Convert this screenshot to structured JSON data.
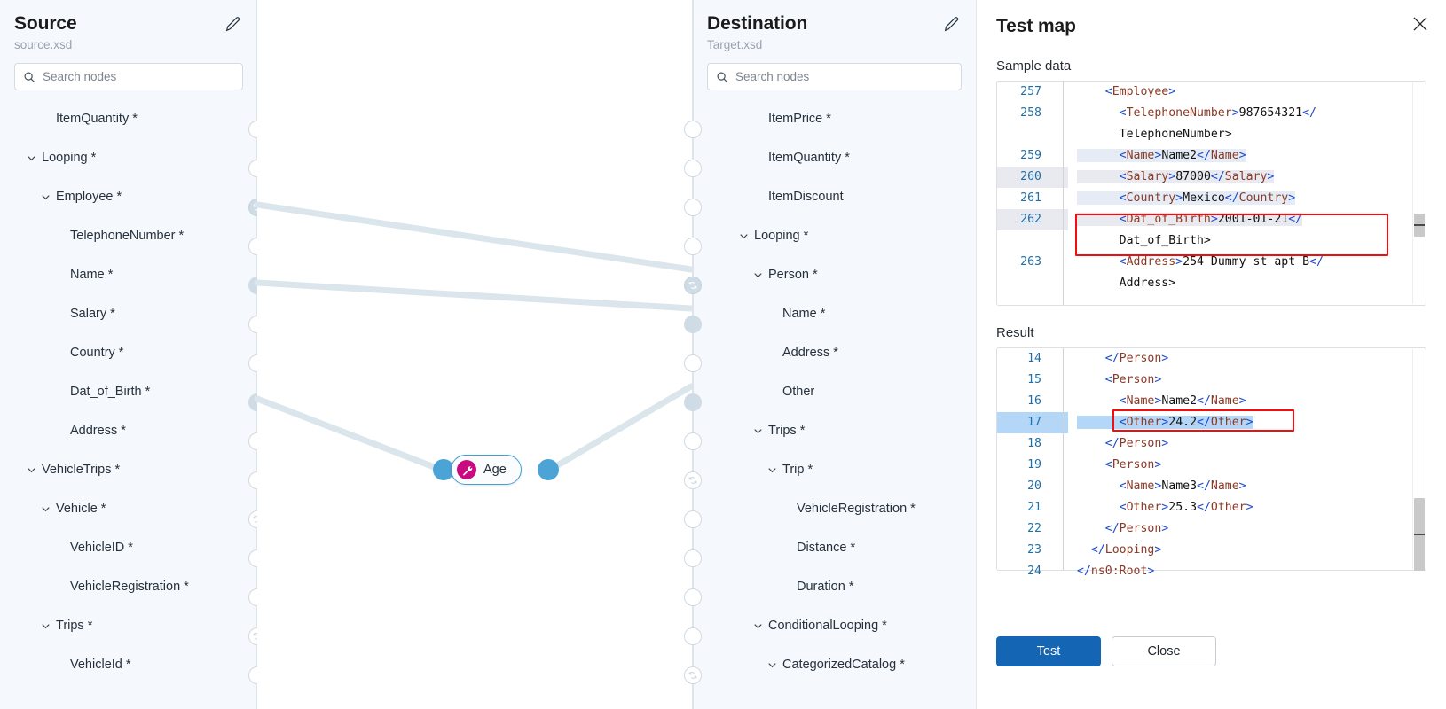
{
  "source_panel": {
    "title": "Source",
    "filename": "source.xsd",
    "edit_icon": "pencil-icon",
    "search": {
      "placeholder": "Search nodes",
      "value": "",
      "icon": "search-icon"
    },
    "nodes": [
      {
        "label": "ItemQuantity *",
        "depth": 1,
        "expandable": false,
        "handle": "empty"
      },
      {
        "label": "Looping *",
        "depth": 0,
        "expandable": true,
        "handle": "empty"
      },
      {
        "label": "Employee *",
        "depth": 1,
        "expandable": true,
        "handle": "loop-filled"
      },
      {
        "label": "TelephoneNumber *",
        "depth": 2,
        "expandable": false,
        "handle": "empty"
      },
      {
        "label": "Name *",
        "depth": 2,
        "expandable": false,
        "handle": "filled"
      },
      {
        "label": "Salary *",
        "depth": 2,
        "expandable": false,
        "handle": "empty"
      },
      {
        "label": "Country *",
        "depth": 2,
        "expandable": false,
        "handle": "empty"
      },
      {
        "label": "Dat_of_Birth *",
        "depth": 2,
        "expandable": false,
        "handle": "filled"
      },
      {
        "label": "Address *",
        "depth": 2,
        "expandable": false,
        "handle": "empty"
      },
      {
        "label": "VehicleTrips *",
        "depth": 0,
        "expandable": true,
        "handle": "empty"
      },
      {
        "label": "Vehicle *",
        "depth": 1,
        "expandable": true,
        "handle": "loop"
      },
      {
        "label": "VehicleID *",
        "depth": 2,
        "expandable": false,
        "handle": "empty"
      },
      {
        "label": "VehicleRegistration *",
        "depth": 2,
        "expandable": false,
        "handle": "empty"
      },
      {
        "label": "Trips *",
        "depth": 1,
        "expandable": true,
        "handle": "loop"
      },
      {
        "label": "VehicleId *",
        "depth": 2,
        "expandable": false,
        "handle": "empty"
      }
    ]
  },
  "destination_panel": {
    "title": "Destination",
    "filename": "Target.xsd",
    "edit_icon": "pencil-icon",
    "search": {
      "placeholder": "Search nodes",
      "value": "",
      "icon": "search-icon"
    },
    "nodes": [
      {
        "label": "ItemPrice *",
        "depth": 1,
        "expandable": false,
        "handle": "empty"
      },
      {
        "label": "ItemQuantity *",
        "depth": 1,
        "expandable": false,
        "handle": "empty"
      },
      {
        "label": "ItemDiscount",
        "depth": 1,
        "expandable": false,
        "handle": "empty"
      },
      {
        "label": "Looping *",
        "depth": 0,
        "expandable": true,
        "handle": "empty"
      },
      {
        "label": "Person *",
        "depth": 1,
        "expandable": true,
        "handle": "loop-filled"
      },
      {
        "label": "Name *",
        "depth": 2,
        "expandable": false,
        "handle": "filled"
      },
      {
        "label": "Address *",
        "depth": 2,
        "expandable": false,
        "handle": "empty"
      },
      {
        "label": "Other",
        "depth": 2,
        "expandable": false,
        "handle": "filled"
      },
      {
        "label": "Trips *",
        "depth": 1,
        "expandable": true,
        "handle": "empty"
      },
      {
        "label": "Trip *",
        "depth": 2,
        "expandable": true,
        "handle": "loop"
      },
      {
        "label": "VehicleRegistration *",
        "depth": 3,
        "expandable": false,
        "handle": "empty"
      },
      {
        "label": "Distance *",
        "depth": 3,
        "expandable": false,
        "handle": "empty"
      },
      {
        "label": "Duration *",
        "depth": 3,
        "expandable": false,
        "handle": "empty"
      },
      {
        "label": "ConditionalLooping *",
        "depth": 1,
        "expandable": true,
        "handle": "empty"
      },
      {
        "label": "CategorizedCatalog *",
        "depth": 2,
        "expandable": true,
        "handle": "loop"
      }
    ]
  },
  "canvas": {
    "function_node": {
      "label": "Age",
      "icon": "wrench-icon",
      "icon_color": "#ca0b7f",
      "border_color": "#3f9fd4"
    },
    "edge_color": "#dbe5ec"
  },
  "test_map": {
    "title": "Test map",
    "close_icon": "close-icon",
    "sample_label": "Sample data",
    "result_label": "Result",
    "sample_lines": [
      {
        "num": "257",
        "indent": 2,
        "text": "<Employee>",
        "highlight": "none"
      },
      {
        "num": "258",
        "indent": 3,
        "text": "<TelephoneNumber>987654321</",
        "highlight": "none"
      },
      {
        "num": "",
        "indent": 3,
        "text": "TelephoneNumber>",
        "highlight": "none"
      },
      {
        "num": "259",
        "indent": 3,
        "text": "<Name>Name2</Name>",
        "highlight": "soft"
      },
      {
        "num": "260",
        "indent": 3,
        "text": "<Salary>87000</Salary>",
        "highlight": "grey"
      },
      {
        "num": "261",
        "indent": 3,
        "text": "<Country>Mexico</Country>",
        "highlight": "soft"
      },
      {
        "num": "262",
        "indent": 3,
        "text": "<Dat_of_Birth>2001-01-21</",
        "highlight": "grey"
      },
      {
        "num": "",
        "indent": 3,
        "text": "Dat_of_Birth>",
        "highlight": "none"
      },
      {
        "num": "263",
        "indent": 3,
        "text": "<Address>254 Dummy st apt B</",
        "highlight": "none"
      },
      {
        "num": "",
        "indent": 3,
        "text": "Address>",
        "highlight": "none"
      }
    ],
    "result_lines": [
      {
        "num": "14",
        "indent": 2,
        "text": "</Person>",
        "highlight": "none"
      },
      {
        "num": "15",
        "indent": 2,
        "text": "<Person>",
        "highlight": "none"
      },
      {
        "num": "16",
        "indent": 3,
        "text": "<Name>Name2</Name>",
        "highlight": "none"
      },
      {
        "num": "17",
        "indent": 3,
        "text": "<Other>24.2</Other>",
        "highlight": "blue"
      },
      {
        "num": "18",
        "indent": 2,
        "text": "</Person>",
        "highlight": "none"
      },
      {
        "num": "19",
        "indent": 2,
        "text": "<Person>",
        "highlight": "none"
      },
      {
        "num": "20",
        "indent": 3,
        "text": "<Name>Name3</Name>",
        "highlight": "none"
      },
      {
        "num": "21",
        "indent": 3,
        "text": "<Other>25.3</Other>",
        "highlight": "none"
      },
      {
        "num": "22",
        "indent": 2,
        "text": "</Person>",
        "highlight": "none"
      },
      {
        "num": "23",
        "indent": 1,
        "text": "</Looping>",
        "highlight": "none"
      },
      {
        "num": "24",
        "indent": 0,
        "text": "</ns0:Root>",
        "highlight": "none"
      }
    ],
    "annotations": [
      {
        "name": "sample-highlight-box",
        "color": "#f30d0d"
      },
      {
        "name": "result-highlight-box",
        "color": "#f30d0d"
      }
    ],
    "test_button": "Test",
    "close_button": "Close"
  }
}
